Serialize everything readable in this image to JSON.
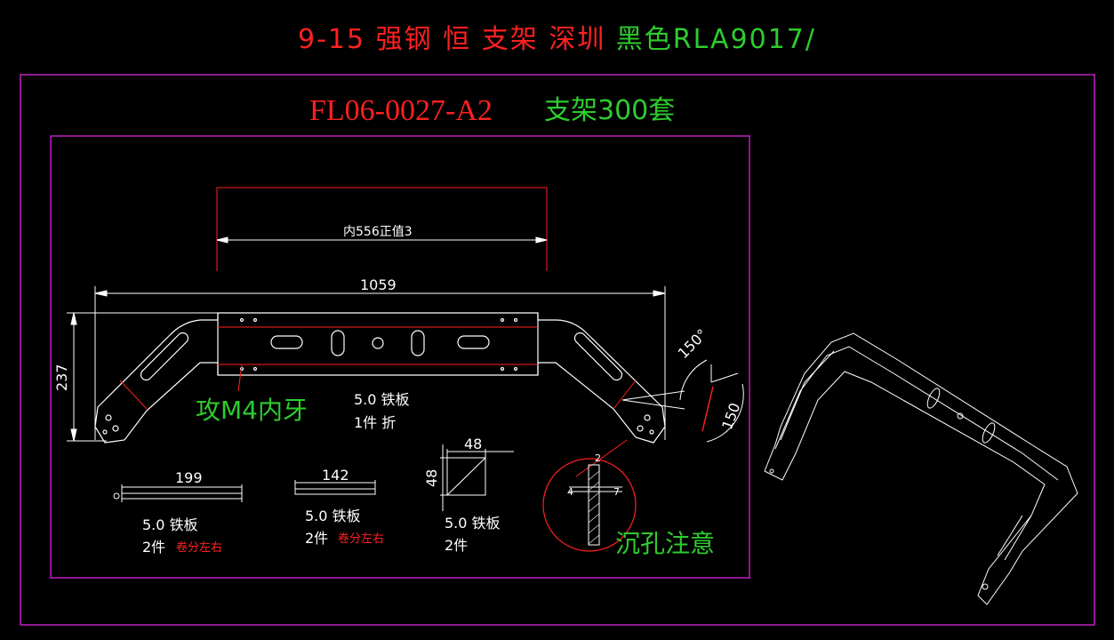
{
  "colors": {
    "red": "#ff2020",
    "green": "#2ecc2e",
    "white": "#ffffff",
    "magenta": "#c020c0"
  },
  "header": {
    "title_red": "9-15 强钢 恒 支架  深圳",
    "title_green": "黑色RLA9017/",
    "part_number": "FL06-0027-A2",
    "quantity": "支架300套"
  },
  "main_view": {
    "inner_dim": "内556正值3",
    "total_length": "1059",
    "height": "237",
    "tap_note": "攻M4内牙",
    "material": "5.0 铁板",
    "count_note": "1件 折",
    "angle_top": "150°",
    "angle_side": "150"
  },
  "parts": [
    {
      "dim": "199",
      "material": "5.0 铁板",
      "count": "2件",
      "note": "卷分左右"
    },
    {
      "dim": "142",
      "material": "5.0 铁板",
      "count": "2件",
      "note": "卷分左右"
    },
    {
      "dim_w": "48",
      "dim_h": "48",
      "material": "5.0 铁板",
      "count": "2件"
    }
  ],
  "detail": {
    "dim_a": "2",
    "dim_b": "4",
    "dim_c": "7",
    "note": "沉孔注意"
  }
}
